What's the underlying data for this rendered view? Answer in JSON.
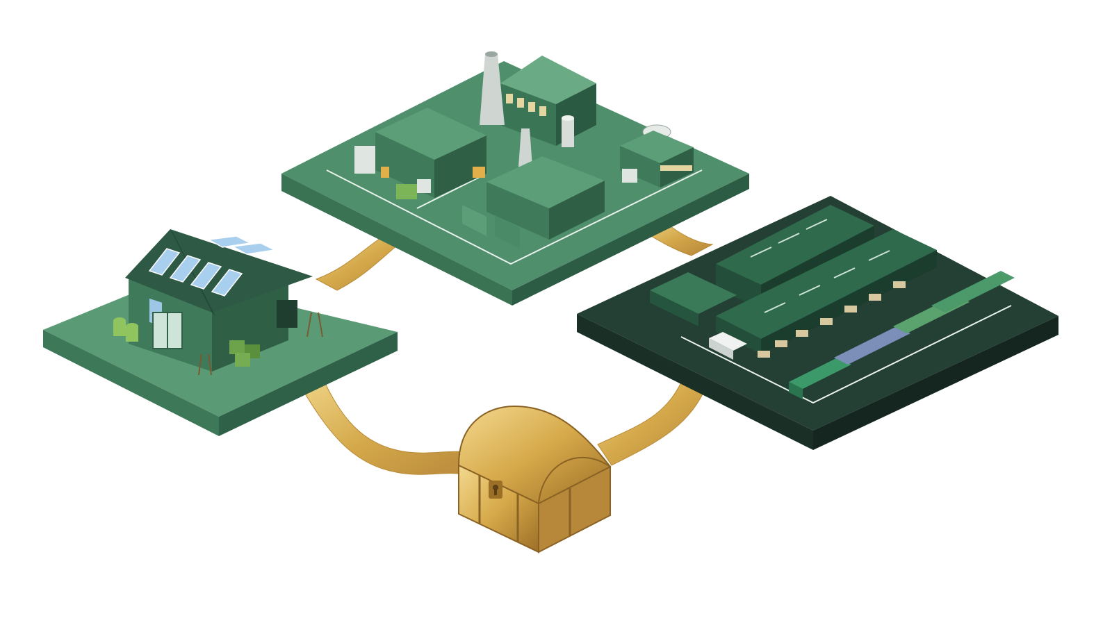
{
  "scene": {
    "nodes": [
      {
        "id": "warehouse",
        "icon": "barn-warehouse-icon"
      },
      {
        "id": "factory",
        "icon": "factory-plant-icon"
      },
      {
        "id": "distribution",
        "icon": "distribution-center-icon"
      },
      {
        "id": "treasure",
        "icon": "treasure-chest-icon"
      }
    ],
    "connections": [
      {
        "from": "warehouse",
        "to": "factory"
      },
      {
        "from": "factory",
        "to": "distribution"
      },
      {
        "from": "warehouse",
        "to": "treasure"
      },
      {
        "from": "treasure",
        "to": "distribution"
      }
    ]
  },
  "colors": {
    "platform_green": "#4f8f6b",
    "platform_green_dark": "#2f6046",
    "platform_deep": "#1e3d30",
    "building": "#356a4f",
    "gold": "#d4a84a",
    "gold_dark": "#a9782b",
    "background": "#ffffff"
  }
}
